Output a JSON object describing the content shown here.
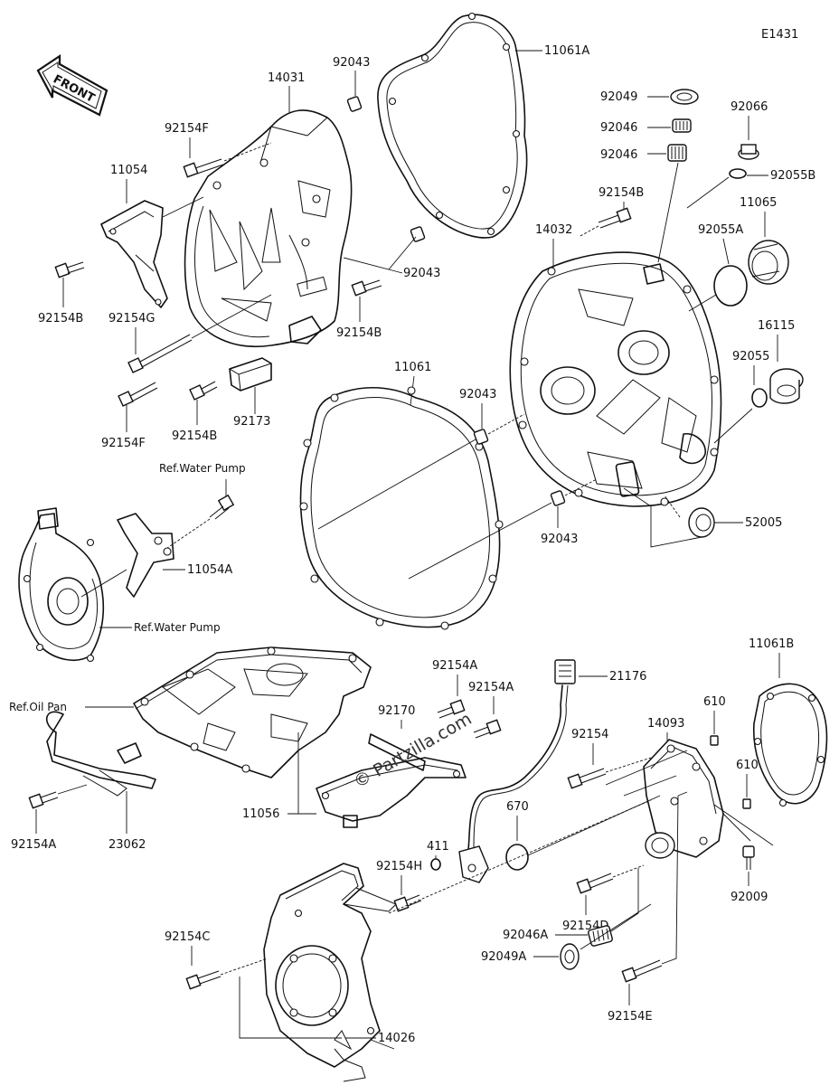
{
  "diagram": {
    "code": "E1431",
    "front_label": "FRONT",
    "watermark": "© Partzilla.com",
    "refs": {
      "water_pump_1": "Ref.Water Pump",
      "water_pump_2": "Ref.Water Pump",
      "oil_pan": "Ref.Oil Pan"
    },
    "parts": {
      "p11061A": "11061A",
      "p92043_a": "92043",
      "p14031": "14031",
      "p92154F_a": "92154F",
      "p11054": "11054",
      "p92154B_a": "92154B",
      "p92154G": "92154G",
      "p92154F_b": "92154F",
      "p92154B_b": "92154B",
      "p92173": "92173",
      "p92154B_c": "92154B",
      "p92043_b": "92043",
      "p92049": "92049",
      "p92046_a": "92046",
      "p92046_b": "92046",
      "p92066": "92066",
      "p92055B": "92055B",
      "p92154B_d": "92154B",
      "p14032": "14032",
      "p92055A": "92055A",
      "p11065": "11065",
      "p16115": "16115",
      "p92055": "92055",
      "p11061": "11061",
      "p92043_c": "92043",
      "p92043_d": "92043",
      "p52005": "52005",
      "p11054A": "11054A",
      "p92170": "92170",
      "p92154A_a": "92154A",
      "p92154A_b": "92154A",
      "p21176": "21176",
      "p14093": "14093",
      "p610_a": "610",
      "p11061B": "11061B",
      "p92154": "92154",
      "p610_b": "610",
      "p11056": "11056",
      "p92154A_c": "92154A",
      "p23062": "23062",
      "p670": "670",
      "p411": "411",
      "p92154H": "92154H",
      "p92009": "92009",
      "p92154D": "92154D",
      "p92154C": "92154C",
      "p92046A": "92046A",
      "p92049A": "92049A",
      "p92154E": "92154E",
      "p14026": "14026"
    }
  }
}
